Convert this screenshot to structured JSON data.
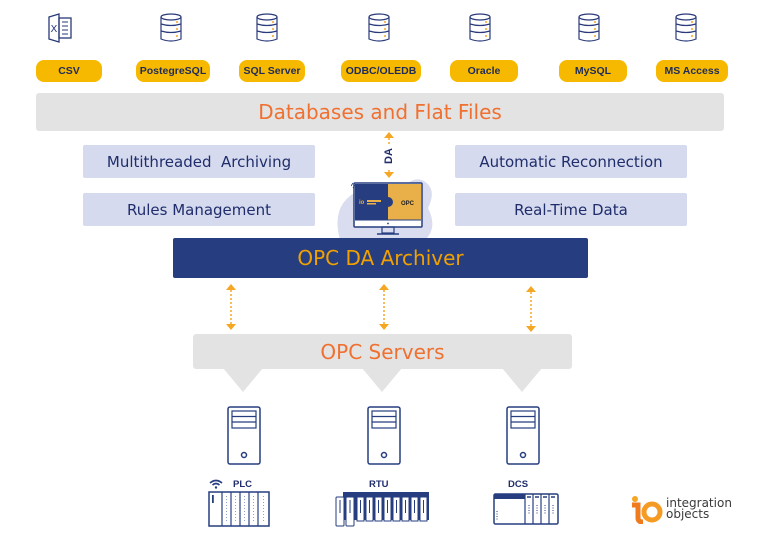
{
  "sources": [
    {
      "label": "CSV",
      "icon": "excel-file-icon"
    },
    {
      "label": "PostegreSQL",
      "icon": "database-icon"
    },
    {
      "label": "SQL Server",
      "icon": "database-icon"
    },
    {
      "label": "ODBC/OLEDB",
      "icon": "database-icon"
    },
    {
      "label": "Oracle",
      "icon": "database-icon"
    },
    {
      "label": "MySQL",
      "icon": "database-icon"
    },
    {
      "label": "MS Access",
      "icon": "database-icon"
    }
  ],
  "databases_band": {
    "title": "Databases and Flat Files"
  },
  "features": {
    "left": [
      "Multithreaded  Archiving",
      "Rules Management"
    ],
    "right": [
      "Automatic Reconnection",
      "Real-Time Data"
    ]
  },
  "connector_label": "DA",
  "archiver": {
    "title": "OPC DA Archiver"
  },
  "servers_band": {
    "title": "OPC Servers"
  },
  "devices": [
    {
      "label": "PLC",
      "icon": "plc-icon"
    },
    {
      "label": "RTU",
      "icon": "rtu-icon"
    },
    {
      "label": "DCS",
      "icon": "dcs-icon"
    }
  ],
  "logo": {
    "line1": "integration",
    "line2": "objects",
    "mark": "io"
  },
  "colors": {
    "accent_yellow": "#f7b900",
    "title_orange": "#f07030",
    "navy": "#263e80",
    "feature_bg": "#d5daee",
    "band_gray": "#e3e3e3",
    "arrow": "#f5a623"
  }
}
